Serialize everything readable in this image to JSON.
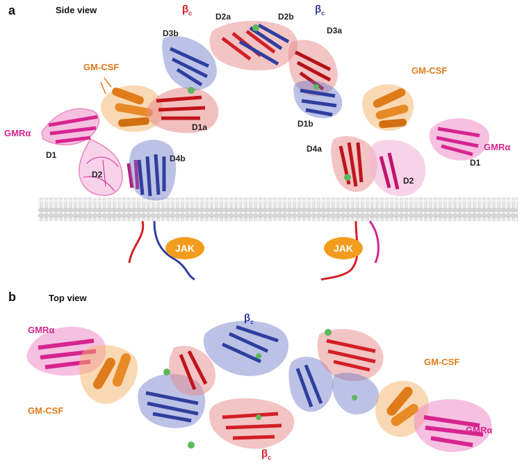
{
  "panels": {
    "a": {
      "letter": "a",
      "title": "Side view"
    },
    "b": {
      "letter": "b",
      "title": "Top view"
    }
  },
  "labels": {
    "beta_c": "β",
    "beta_sub": "c",
    "gm_csf": "GM-CSF",
    "gmr_alpha": "GMRα",
    "jak": "JAK",
    "d1": "D1",
    "d2": "D2",
    "d1a": "D1a",
    "d1b": "D1b",
    "d2a": "D2a",
    "d2b": "D2b",
    "d3a": "D3a",
    "d3b": "D3b",
    "d4a": "D4a",
    "d4b": "D4b"
  },
  "colors": {
    "beta_red": "#d31f26",
    "beta_blue": "#2e3f9e",
    "gm_csf_orange": "#e07b1a",
    "gmr_pink": "#d6248f",
    "jak_fill": "#f29c1d",
    "membrane": "#c8c8c8",
    "ligand_green": "#5cb85c"
  }
}
